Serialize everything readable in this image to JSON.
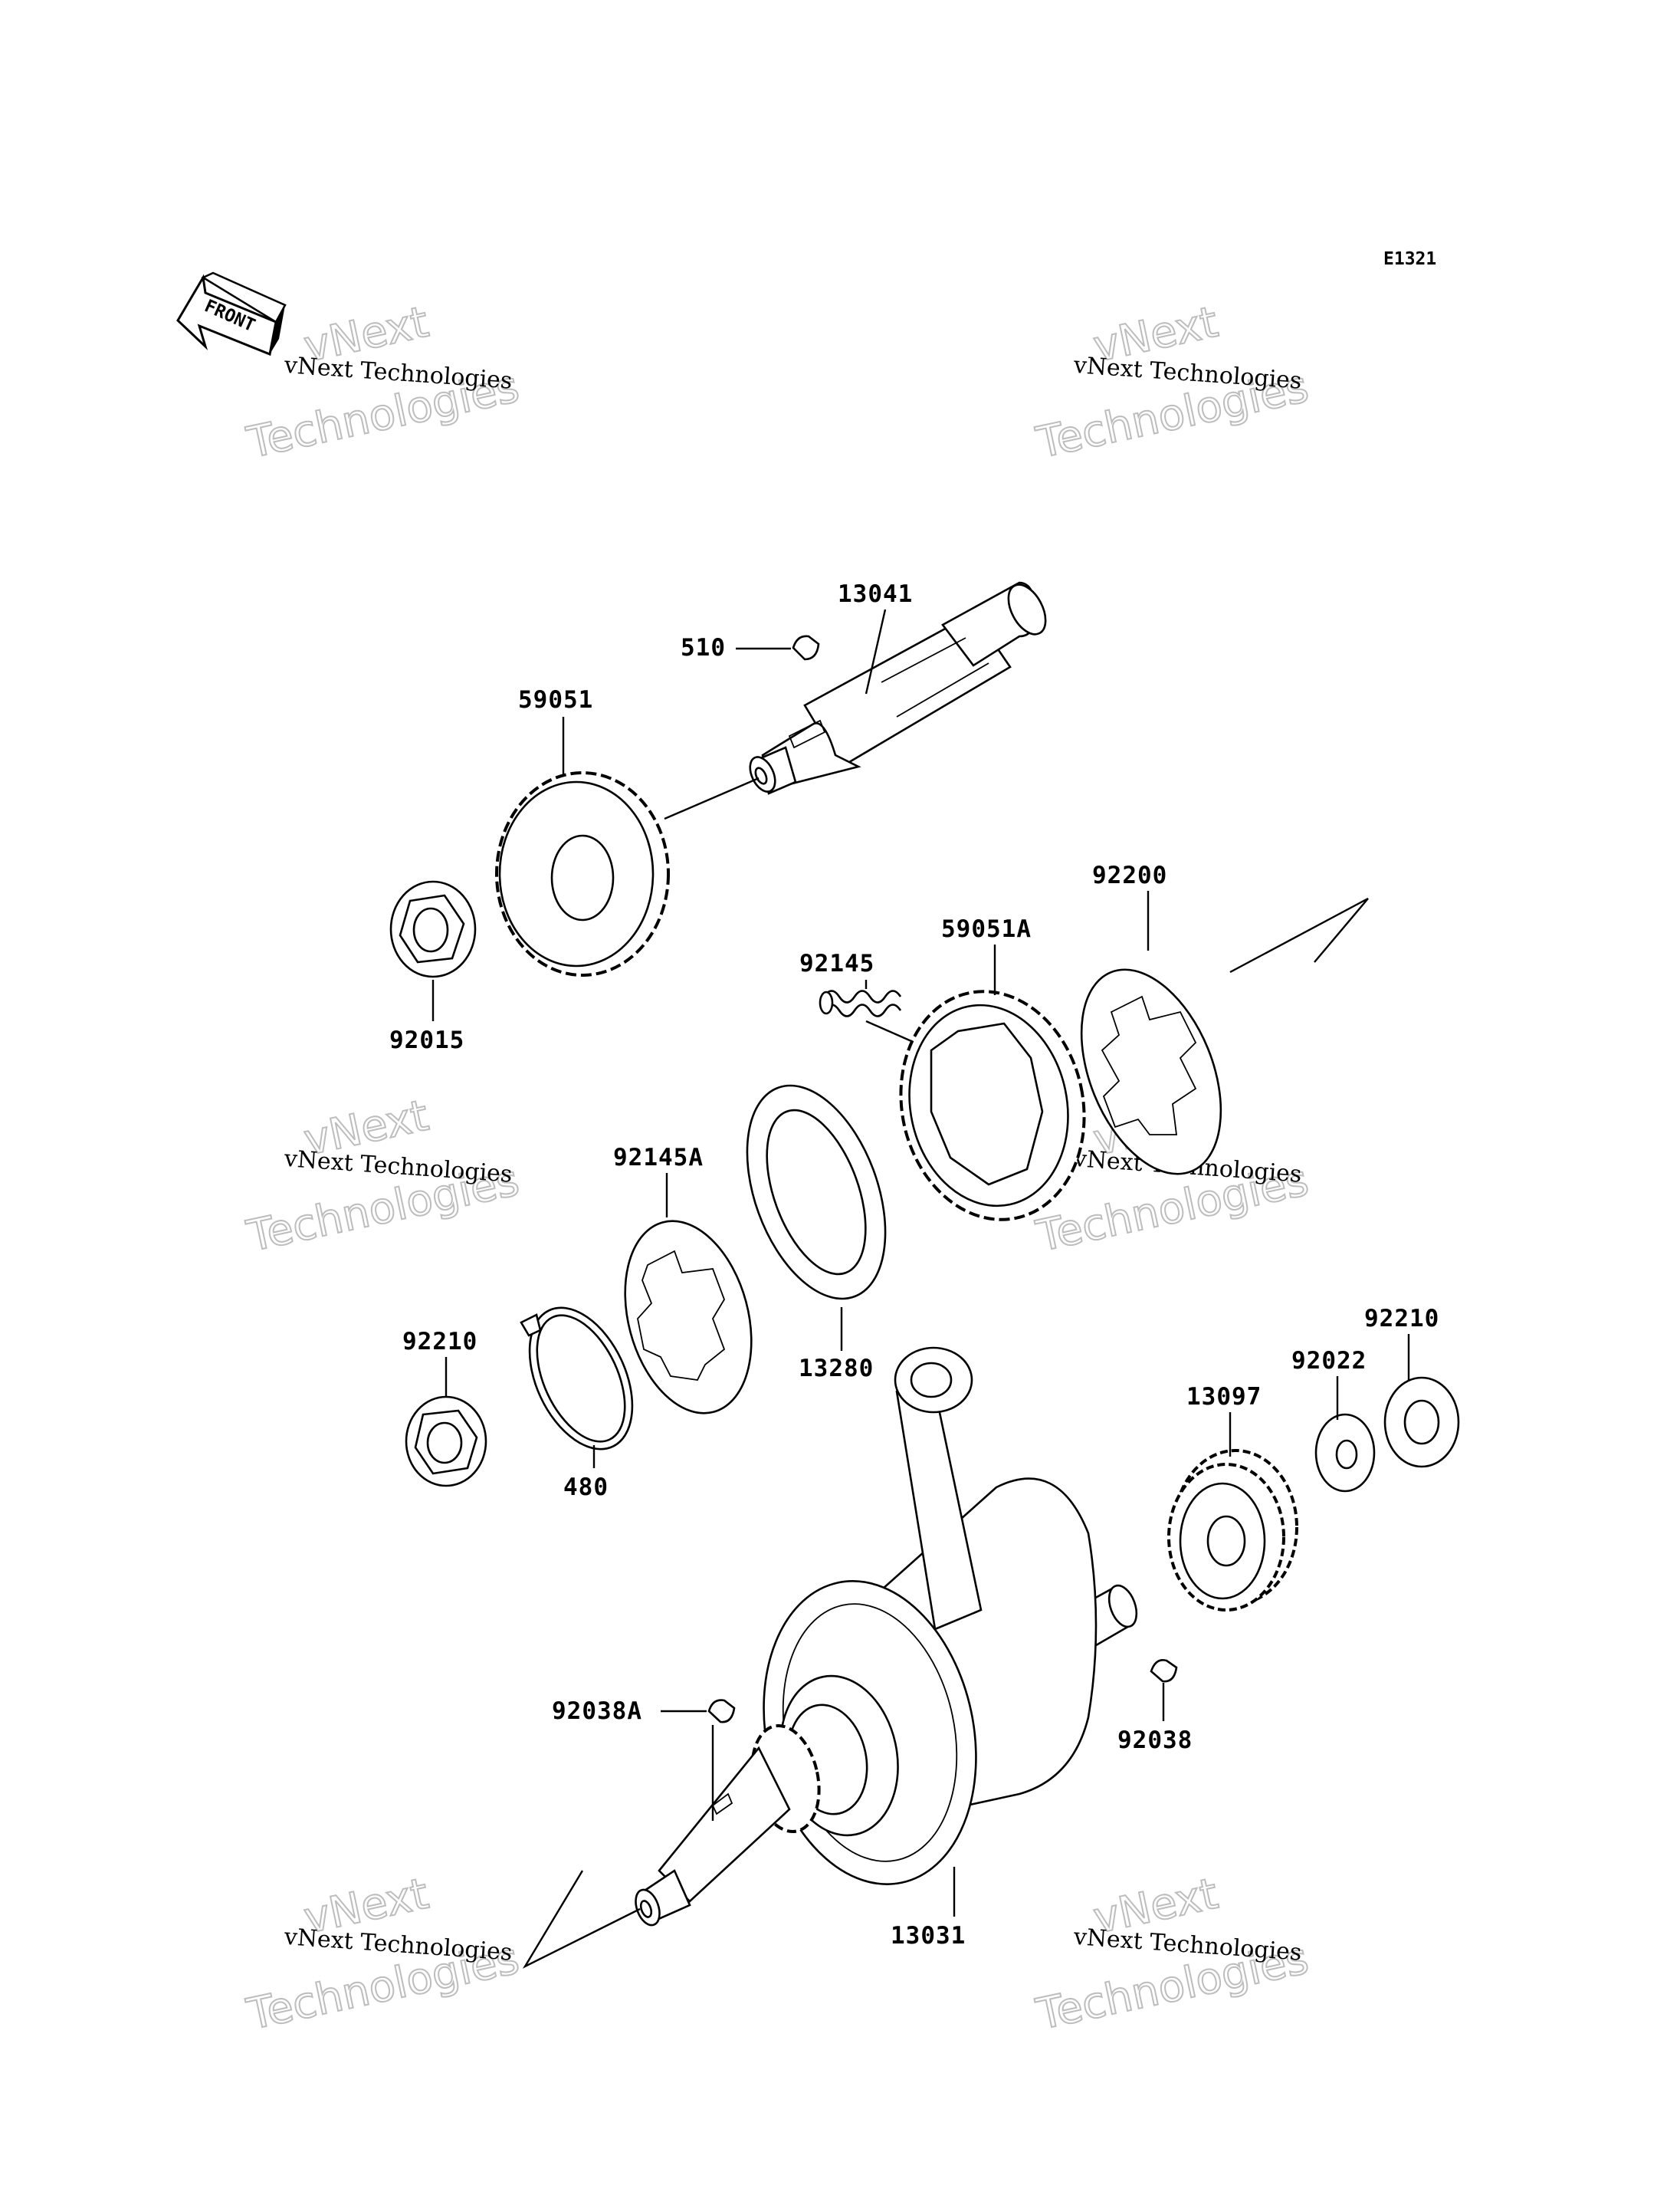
{
  "diagram_code": "E1321",
  "front_label": "FRONT",
  "watermark": {
    "line1": "vNext Technologies",
    "line2": "vNext",
    "line3": "Technologies"
  },
  "part_labels": {
    "p13041": "13041",
    "p510": "510",
    "p59051": "59051",
    "p92015": "92015",
    "p92200": "92200",
    "p59051A": "59051A",
    "p92145": "92145",
    "p92145A": "92145A",
    "p13280": "13280",
    "p92210_left": "92210",
    "p480": "480",
    "p92210_right": "92210",
    "p92022": "92022",
    "p13097": "13097",
    "p92038A": "92038A",
    "p92038": "92038",
    "p13031": "13031"
  }
}
